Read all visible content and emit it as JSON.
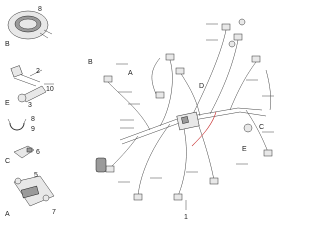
{
  "labels": {
    "l8": "8",
    "lB_left": "B",
    "l2": "2",
    "l10": "10",
    "lE_left": "E",
    "l3": "3",
    "l8b": "8",
    "l9": "9",
    "lC": "C",
    "l6": "6",
    "l5": "5",
    "lA_left": "A",
    "l7": "7",
    "l1": "1",
    "lB_center": "B",
    "lA_center": "A",
    "lD": "D",
    "lE_right": "E",
    "lC_right": "C"
  },
  "colors": {
    "wire": "#444444",
    "wire_accent": "#c62828",
    "part_fill": "#e8e8e8",
    "part_dark": "#9a9a9a"
  }
}
